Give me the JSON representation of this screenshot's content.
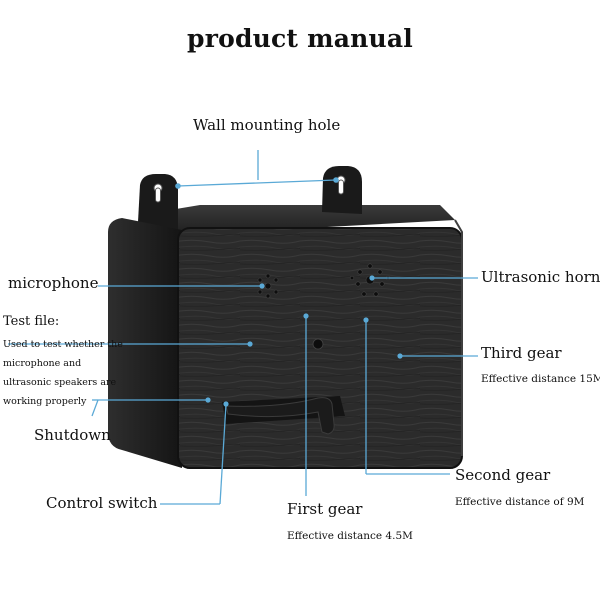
{
  "title": "product manual",
  "labels": {
    "wall_mounting_hole": "Wall mounting hole",
    "microphone": "microphone",
    "test_file": "Test file:",
    "test_desc": [
      "Used to test whether the",
      "microphone and",
      "ultrasonic speakers are",
      "working properly"
    ],
    "shutdown": "Shutdown",
    "control_switch": "Control switch",
    "first_gear": "First gear",
    "first_gear_desc": "Effective distance 4.5M",
    "second_gear": "Second gear",
    "second_gear_desc": "Effective distance of 9M",
    "third_gear": "Third gear",
    "third_gear_desc": "Effective distance 15M",
    "ultrasonic_horn": "Ultrasonic horn"
  },
  "colors": {
    "leader_line": "#5aa9d6",
    "device_body": "#1c1c1c",
    "device_face": "#2a2a2a"
  }
}
